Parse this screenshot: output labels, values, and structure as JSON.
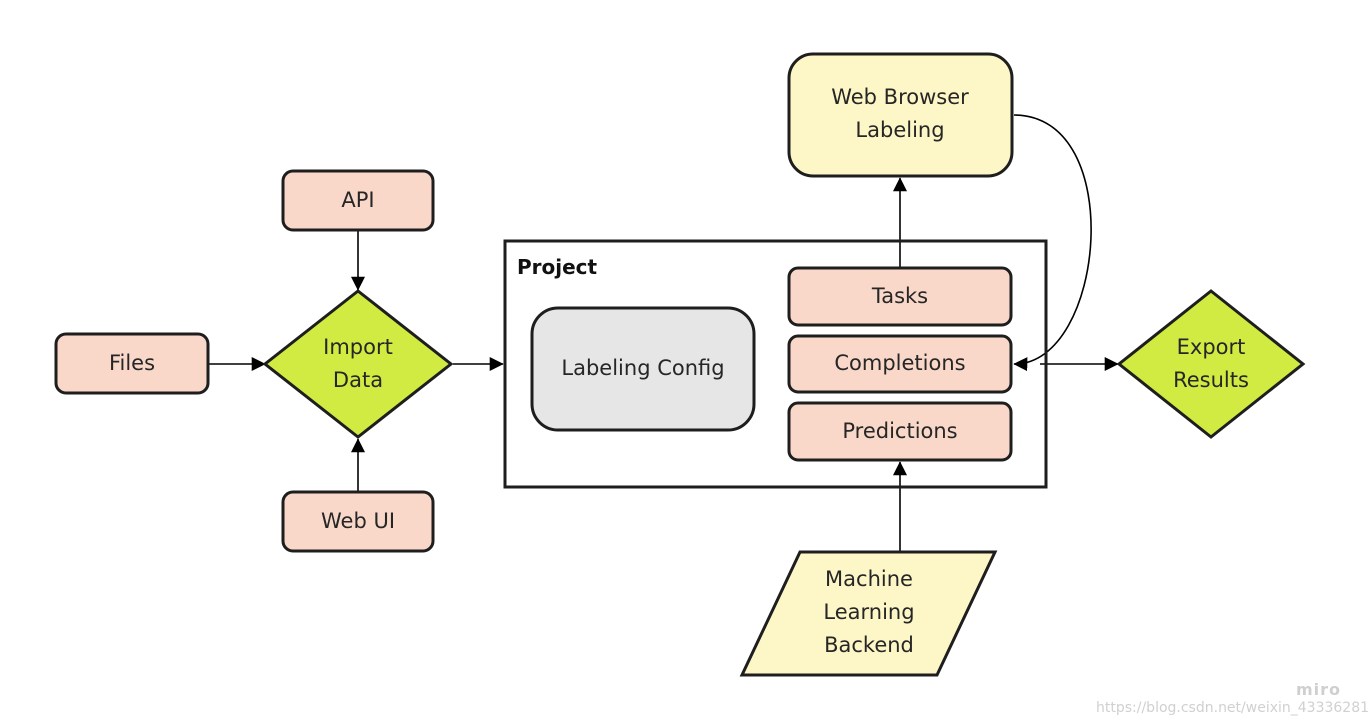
{
  "nodes": {
    "api": "API",
    "files": "Files",
    "import_data": [
      "Import",
      "Data"
    ],
    "web_ui": "Web UI",
    "project": "Project",
    "labeling_config": "Labeling Config",
    "tasks": "Tasks",
    "completions": "Completions",
    "predictions": "Predictions",
    "web_browser_labeling": [
      "Web Browser",
      "Labeling"
    ],
    "export_results": [
      "Export",
      "Results"
    ],
    "machine_learning_backend": [
      "Machine",
      "Learning",
      "Backend"
    ]
  },
  "colors": {
    "source_box": "#f9d8c9",
    "decision": "#d2eb42",
    "config_box": "#e6e6e6",
    "highlight_box": "#fdf6c7"
  },
  "watermark": {
    "logo": "miro",
    "url": "https://blog.csdn.net/weixin_43336281"
  }
}
